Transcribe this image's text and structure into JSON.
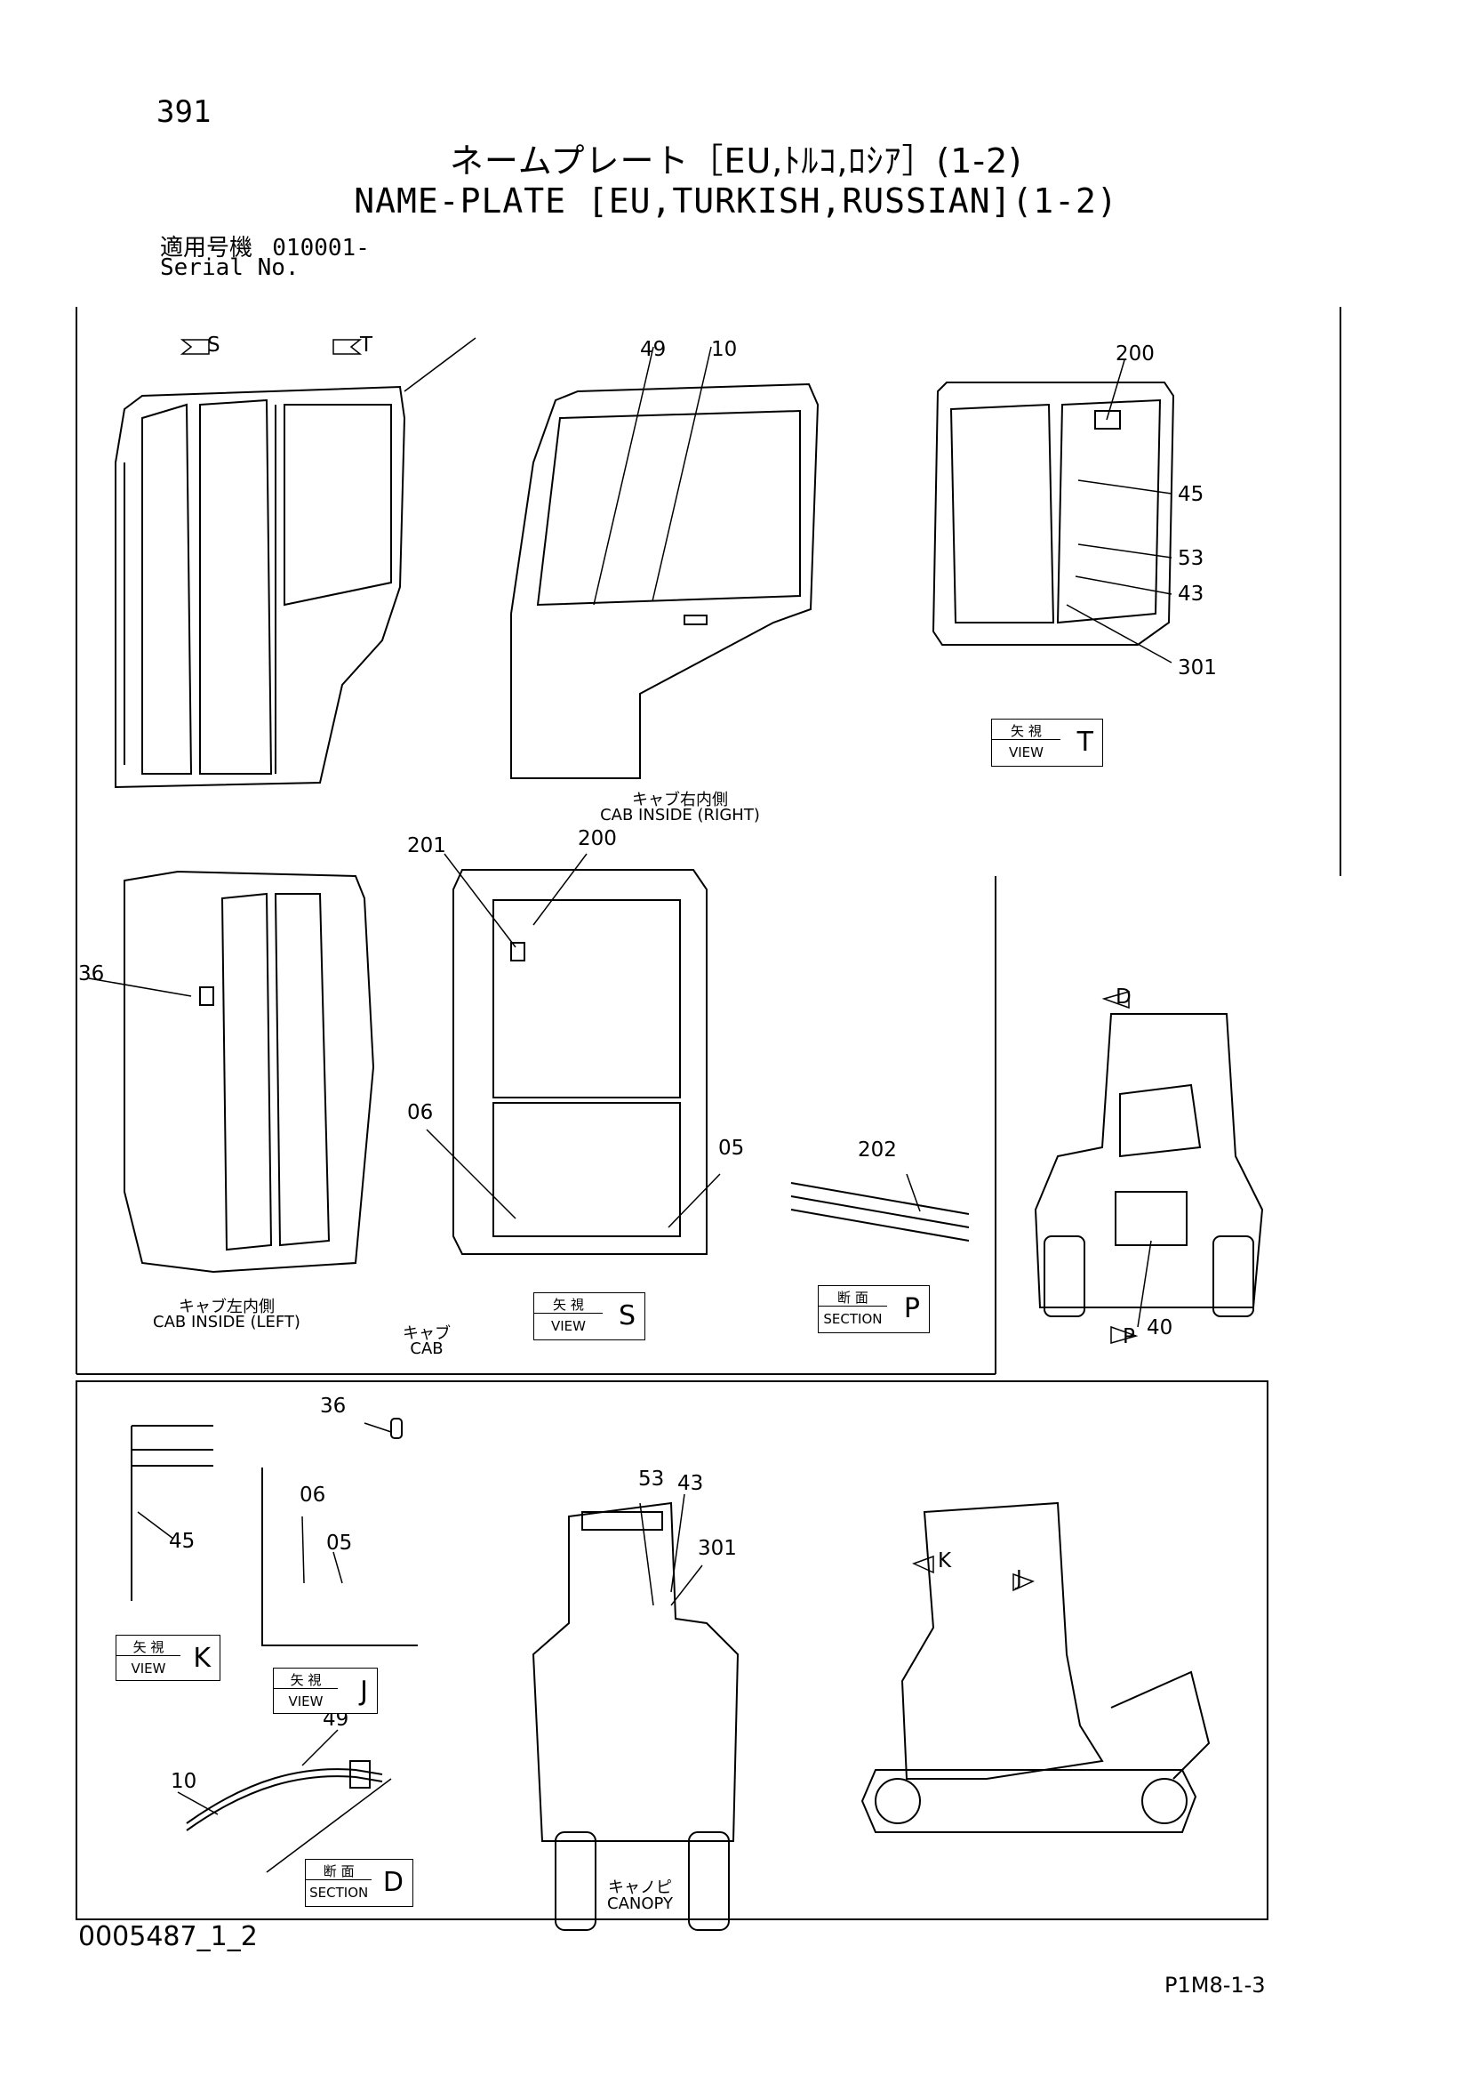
{
  "page_number": "391",
  "title_jp": "ネームプレート［EU,ﾄﾙｺ,ﾛｼｱ］(1-2)",
  "title_en": "NAME-PLATE [EU,TURKISH,RUSSIAN](1-2)",
  "serial": {
    "label_jp": "適用号機",
    "value": "010001-",
    "label_en": "Serial No."
  },
  "callouts": {
    "top_left": {
      "s": "S",
      "t": "T"
    },
    "cab_right": {
      "c49": "49",
      "c10": "10"
    },
    "rear": {
      "c200": "200",
      "c45": "45",
      "c53": "53",
      "c43": "43",
      "c301": "301"
    },
    "cab_left": {
      "c36": "36"
    },
    "cab_front": {
      "c201": "201",
      "c200": "200",
      "c06": "06",
      "c05": "05"
    },
    "section_p": {
      "c202": "202"
    },
    "machine_rear": {
      "d": "D",
      "p": "P",
      "c40": "40"
    },
    "detail_k": {
      "c36": "36",
      "c45": "45"
    },
    "detail_j": {
      "c06": "06",
      "c05": "05"
    },
    "detail_d": {
      "c49": "49",
      "c10": "10"
    },
    "canopy_rear": {
      "c53": "53",
      "c43": "43",
      "c301": "301"
    },
    "canopy_side": {
      "k": "K",
      "j": "J"
    }
  },
  "captions": {
    "cab_inside_right_jp": "キャブ右内側",
    "cab_inside_right_en": "CAB INSIDE (RIGHT)",
    "cab_inside_left_jp": "キャブ左内側",
    "cab_inside_left_en": "CAB INSIDE (LEFT)",
    "cab_jp": "キャブ",
    "cab_en": "CAB",
    "canopy_jp": "キャノピ",
    "canopy_en": "CANOPY"
  },
  "badges": {
    "view_t": {
      "jp": "矢 視",
      "en": "VIEW",
      "letter": "T"
    },
    "view_s": {
      "jp": "矢 視",
      "en": "VIEW",
      "letter": "S"
    },
    "section_p": {
      "jp": "断 面",
      "en": "SECTION",
      "letter": "P"
    },
    "view_k": {
      "jp": "矢 視",
      "en": "VIEW",
      "letter": "K"
    },
    "view_j": {
      "jp": "矢 視",
      "en": "VIEW",
      "letter": "J"
    },
    "section_d": {
      "jp": "断 面",
      "en": "SECTION",
      "letter": "D"
    }
  },
  "drawing_number": "0005487_1_2",
  "sheet_code": "P1M8-1-3"
}
